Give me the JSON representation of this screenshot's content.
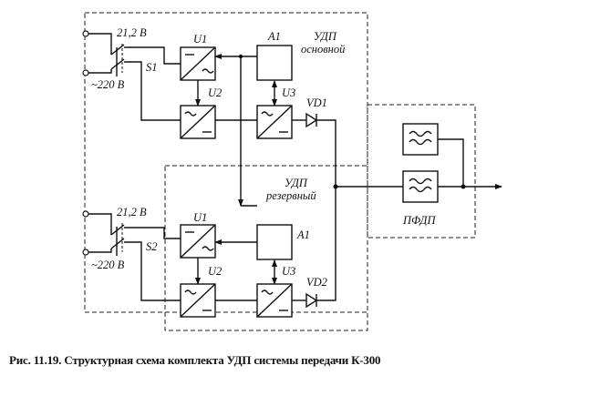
{
  "labels": {
    "v_main": "21,2 В",
    "ac_main": "~220 В",
    "s1": "S1",
    "u1_main": "U1",
    "u2_main": "U2",
    "u3_main": "U3",
    "a1_main": "A1",
    "vd1": "VD1",
    "udp_main_1": "УДП",
    "udp_main_2": "основной",
    "v_res": "21,2 В",
    "ac_res": "~220 В",
    "s2": "S2",
    "u1_res": "U1",
    "u2_res": "U2",
    "u3_res": "U3",
    "a1_res": "A1",
    "vd2": "VD2",
    "udp_res_1": "УДП",
    "udp_res_2": "резервный",
    "pfdp": "ПФДП"
  },
  "caption": "Рис. 11.19. Структурная схема комплекта УДП системы передачи К-300"
}
